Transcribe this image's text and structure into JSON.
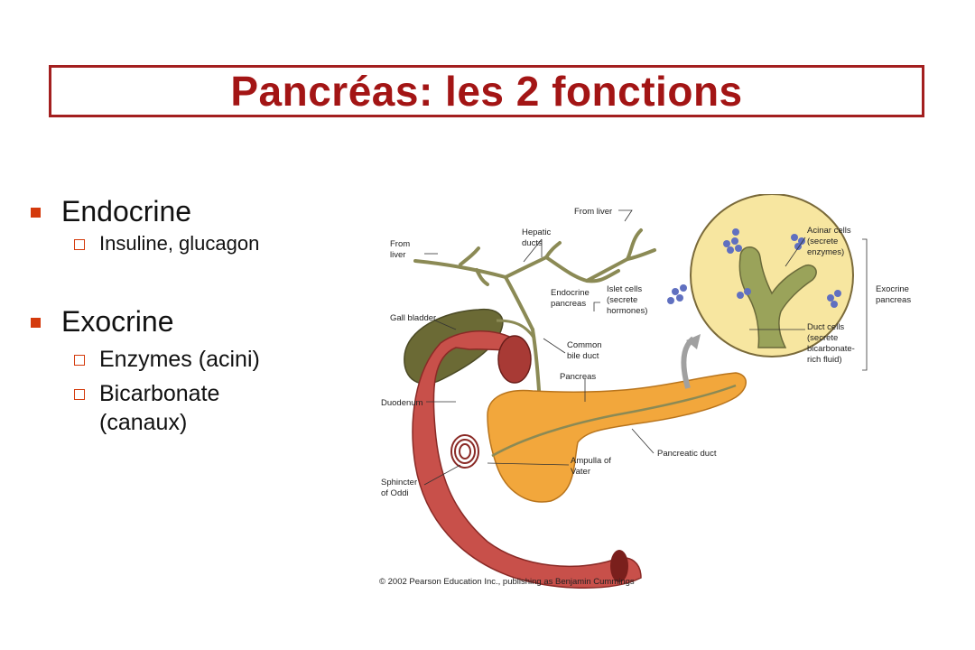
{
  "slide": {
    "title": "Pancréas: les 2 fonctions",
    "bullets": [
      {
        "label": "Endocrine",
        "sub": [
          "Insuline, glucagon"
        ]
      },
      {
        "label": "Exocrine",
        "sub": [
          "Enzymes (acini)",
          "Bicarbonate",
          "(canaux)"
        ]
      }
    ]
  },
  "figure": {
    "labels": {
      "from_liver_top": "From liver",
      "from_liver_left_1": "From",
      "from_liver_left_2": "liver",
      "hepatic_ducts_1": "Hepatic",
      "hepatic_ducts_2": "ducts",
      "gall_bladder": "Gall bladder",
      "endocrine_pancreas_1": "Endocrine",
      "endocrine_pancreas_2": "pancreas",
      "islet_cells_1": "Islet cells",
      "islet_cells_2": "(secrete",
      "islet_cells_3": "hormones)",
      "common_bile_duct_1": "Common",
      "common_bile_duct_2": "bile duct",
      "pancreas": "Pancreas",
      "duodenum": "Duodenum",
      "pancreatic_duct": "Pancreatic duct",
      "ampulla_1": "Ampulla of",
      "ampulla_2": "Vater",
      "sphincter_1": "Sphincter",
      "sphincter_2": "of Oddi",
      "acinar_cells_1": "Acinar cells",
      "acinar_cells_2": "(secrete",
      "acinar_cells_3": "enzymes)",
      "exocrine_pancreas_1": "Exocrine",
      "exocrine_pancreas_2": "pancreas",
      "duct_cells_1": "Duct cells",
      "duct_cells_2": "(secrete",
      "duct_cells_3": "bicarbonate-",
      "duct_cells_4": "rich fluid)"
    },
    "caption": "© 2002 Pearson Education Inc., publishing as Benjamin Cummings"
  },
  "colors": {
    "title": "#a31515",
    "bullet": "#d43a0c",
    "gall_bladder": "#6b6a35",
    "duodenum": "#c8504a",
    "pancreas": "#f2a73c",
    "inset_bg": "#f7e6a0",
    "cells": "#6070c0"
  }
}
